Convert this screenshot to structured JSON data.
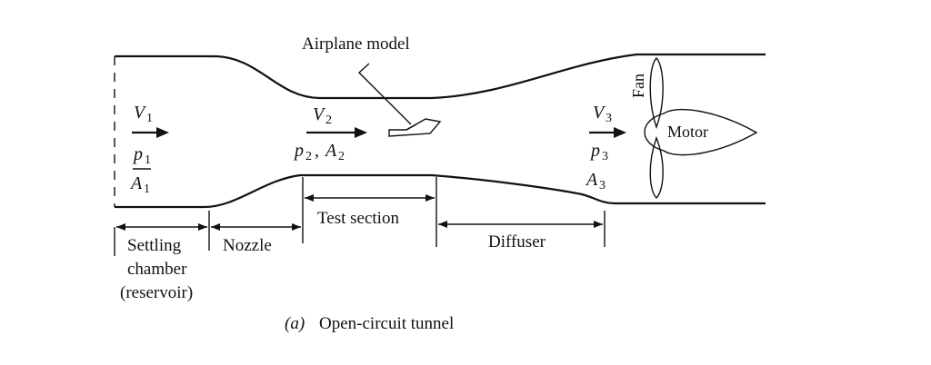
{
  "labels": {
    "airplane_model": "Airplane model",
    "fan": "Fan",
    "motor": "Motor",
    "test_section": "Test section",
    "diffuser": "Diffuser",
    "nozzle": "Nozzle",
    "settling_line1": "Settling",
    "settling_line2": "chamber",
    "settling_line3": "(reservoir)",
    "caption_tag": "(a)",
    "caption_text": "Open-circuit tunnel"
  },
  "symbols": {
    "station1": {
      "v": "V",
      "v_sub": "1",
      "p": "p",
      "p_sub": "1",
      "a": "A",
      "a_sub": "1"
    },
    "station2": {
      "v": "V",
      "v_sub": "2",
      "p": "p",
      "p_sub": "2",
      "sep": ",",
      "a": "A",
      "a_sub": "2"
    },
    "station3": {
      "v": "V",
      "v_sub": "3",
      "p": "p",
      "p_sub": "3",
      "a": "A",
      "a_sub": "3"
    }
  },
  "colors": {
    "ink": "#111111",
    "background": "#ffffff"
  }
}
